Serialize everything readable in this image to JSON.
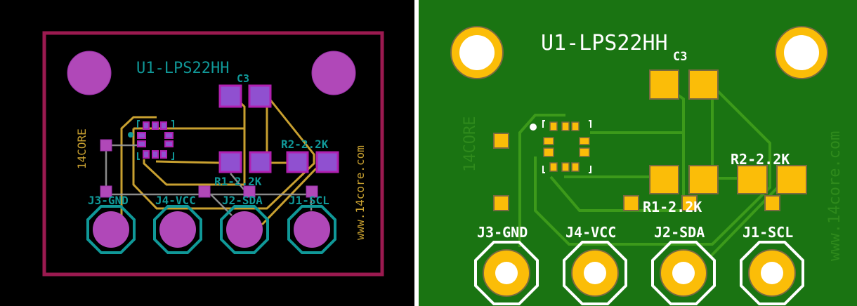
{
  "views": [
    {
      "name": "layout-view",
      "chip_label": "U1-LPS22HH",
      "cap_label": "C3",
      "r1_label": "R1-2.2K",
      "r2_label": "R2-2.2K",
      "connectors": [
        "J3-GND",
        "J4-VCC",
        "J2-SDA",
        "J1-SCL"
      ],
      "brand_left": "14CORE",
      "brand_right": "www.14core.com"
    },
    {
      "name": "3d-render-view",
      "chip_label": "U1-LPS22HH",
      "cap_label": "C3",
      "r1_label": "R1-2.2K",
      "r2_label": "R2-2.2K",
      "connectors": [
        "J3-GND",
        "J4-VCC",
        "J2-SDA",
        "J1-SCL"
      ],
      "brand_left": "14CORE",
      "brand_right": "www.14core.com"
    }
  ],
  "colors": {
    "layout_bg": "#000000",
    "edge_cut": "#9b1a50",
    "pad_magenta": "#b048b8",
    "silk_teal": "#109898",
    "trace_gold": "#c8a030",
    "board_green": "#1a7412",
    "pad_gold": "#fbbd08",
    "trace_green": "#3c9a1a"
  }
}
